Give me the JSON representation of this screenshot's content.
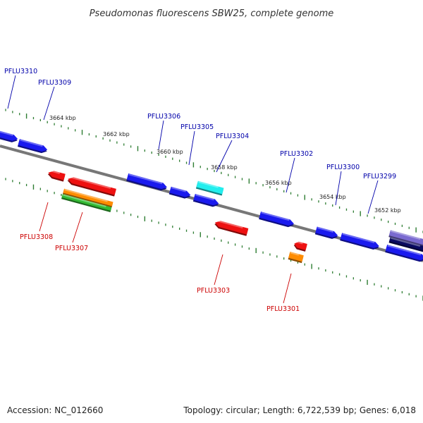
{
  "title": "Pseudomonas fluorescens SBW25, complete genome",
  "footer": {
    "accession": "Accession: NC_012660",
    "summary": "Topology: circular; Length: 6,722,539 bp; Genes: 6,018"
  },
  "colors": {
    "forward_label": "#0000aa",
    "reverse_label": "#cc0000",
    "backbone": "#777777",
    "ticks": "#2e7d32",
    "blue": "#1a1aee",
    "red": "#ee1111",
    "cyan": "#22eeee",
    "orange": "#ff8c00",
    "green": "#33bb33",
    "purple": "#7a6ad0",
    "navy": "#0a0a60"
  },
  "kbp_labels": [
    "3664 kbp",
    "3662 kbp",
    "3660 kbp",
    "3658 kbp",
    "3656 kbp",
    "3654 kbp",
    "3652 kbp"
  ],
  "forward_genes": [
    "PFLU3310",
    "PFLU3309",
    "PFLU3306",
    "PFLU3305",
    "PFLU3304",
    "PFLU3302",
    "PFLU3300",
    "PFLU3299"
  ],
  "reverse_genes": [
    "PFLU3308",
    "PFLU3307",
    "PFLU3303",
    "PFLU3301"
  ]
}
